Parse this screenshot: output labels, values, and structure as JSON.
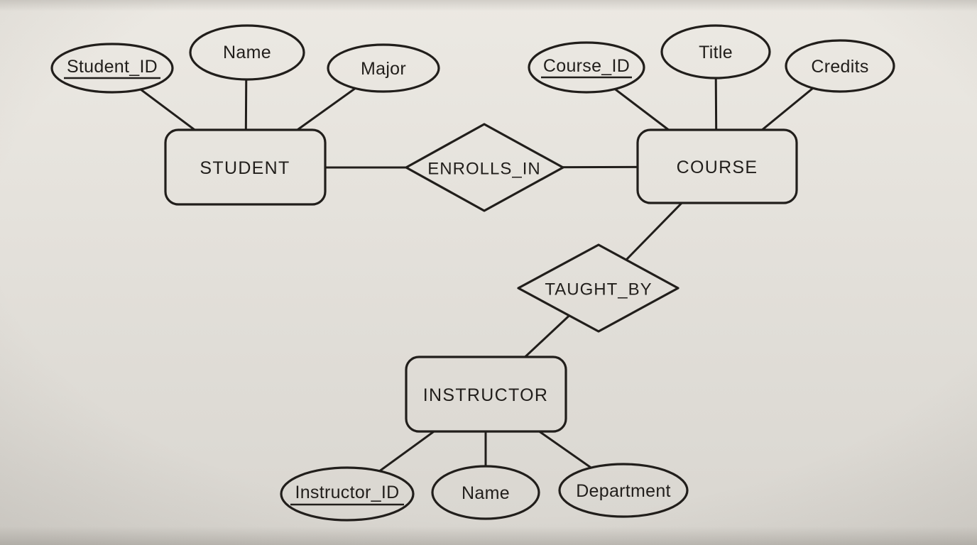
{
  "colors": {
    "ink": "#211e1b",
    "paper_top": "#ece9e3",
    "paper_bottom": "#d9d6d0"
  },
  "entities": [
    {
      "name": "student",
      "label": "STUDENT",
      "attributes": [
        {
          "label": "Student_ID",
          "primary_key": true
        },
        {
          "label": "Name",
          "primary_key": false
        },
        {
          "label": "Major",
          "primary_key": false
        }
      ]
    },
    {
      "name": "course",
      "label": "COURSE",
      "attributes": [
        {
          "label": "Course_ID",
          "primary_key": true
        },
        {
          "label": "Title",
          "primary_key": false
        },
        {
          "label": "Credits",
          "primary_key": false
        }
      ]
    },
    {
      "name": "instructor",
      "label": "INSTRUCTOR",
      "attributes": [
        {
          "label": "Instructor_ID",
          "primary_key": true
        },
        {
          "label": "Name",
          "primary_key": false
        },
        {
          "label": "Department",
          "primary_key": false
        }
      ]
    }
  ],
  "relationships": [
    {
      "label": "ENROLLS_IN",
      "entities": [
        "STUDENT",
        "COURSE"
      ]
    },
    {
      "label": "TAUGHT_BY",
      "entities": [
        "COURSE",
        "INSTRUCTOR"
      ]
    }
  ]
}
